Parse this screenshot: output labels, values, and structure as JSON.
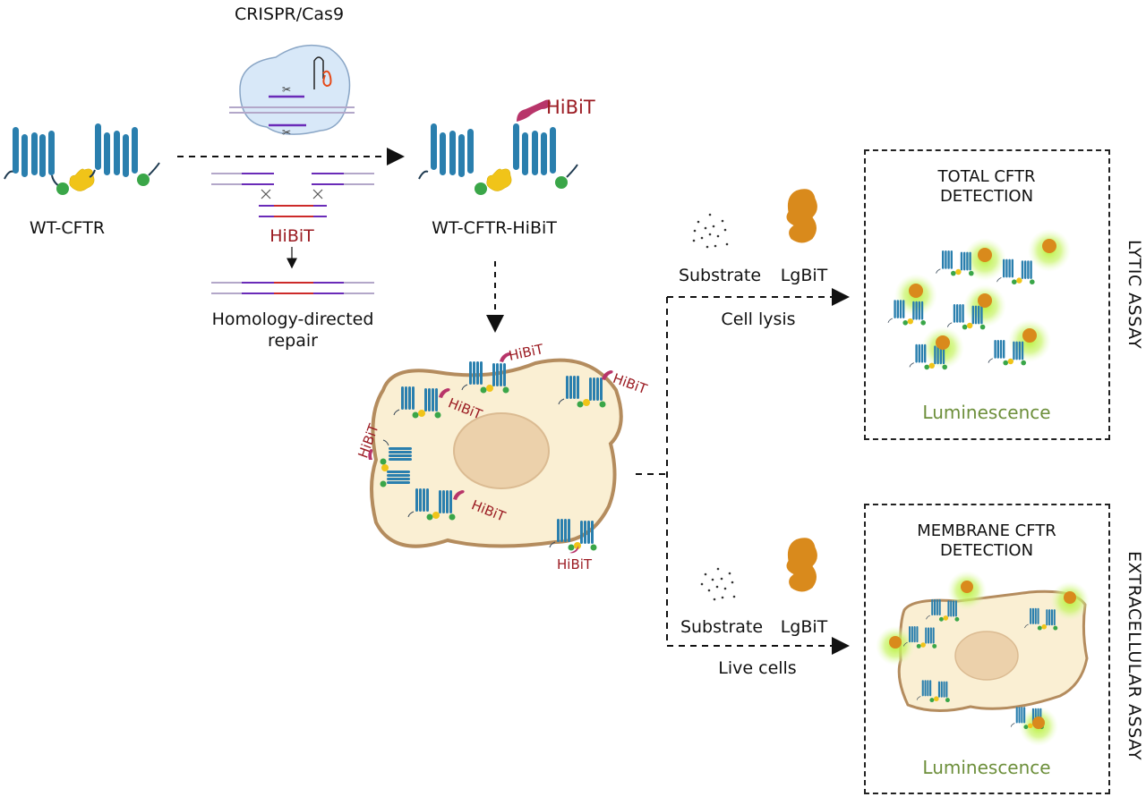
{
  "figure": {
    "crispr": {
      "title": "CRISPR/Cas9"
    },
    "left_protein": {
      "label": "WT-CFTR"
    },
    "donor": {
      "insert_label": "HiBiT",
      "repair_label_line1": "Homology-directed",
      "repair_label_line2": "repair"
    },
    "tagged_protein": {
      "label": "WT-CFTR-HiBiT",
      "tag_label": "HiBiT"
    },
    "cell": {
      "tag_labels": [
        "HiBiT",
        "HiBiT",
        "HiBiT",
        "HiBiT",
        "HiBiT",
        "HiBiT"
      ]
    },
    "lytic_branch": {
      "reagent_1": "Substrate",
      "reagent_2": "LgBiT",
      "condition": "Cell lysis",
      "box_title_line1": "TOTAL CFTR",
      "box_title_line2": "DETECTION",
      "readout": "Luminescence",
      "side_label": "LYTIC ASSAY"
    },
    "extracellular_branch": {
      "reagent_1": "Substrate",
      "reagent_2": "LgBiT",
      "condition": "Live cells",
      "box_title_line1": "MEMBRANE CFTR",
      "box_title_line2": "DETECTION",
      "readout": "Luminescence",
      "side_label": "EXTRACELLULAR ASSAY"
    },
    "colors": {
      "helix": "#2a7fae",
      "nbd_green": "#3aa648",
      "r_domain_yellow": "#f0c419",
      "hibit_tag": "#b8356a",
      "hibit_text": "#9b1b22",
      "lgbit": "#d98a1c",
      "cell_fill": "#faefd3",
      "cell_border": "#b48c5e",
      "nucleus": "#ecd1ab",
      "glow": "#9be33c",
      "luminescence_text": "#6d8f3b",
      "dna_purple": "#6a2bb8",
      "dna_light": "#b3a7c9",
      "dna_red": "#cc2a2a"
    }
  }
}
